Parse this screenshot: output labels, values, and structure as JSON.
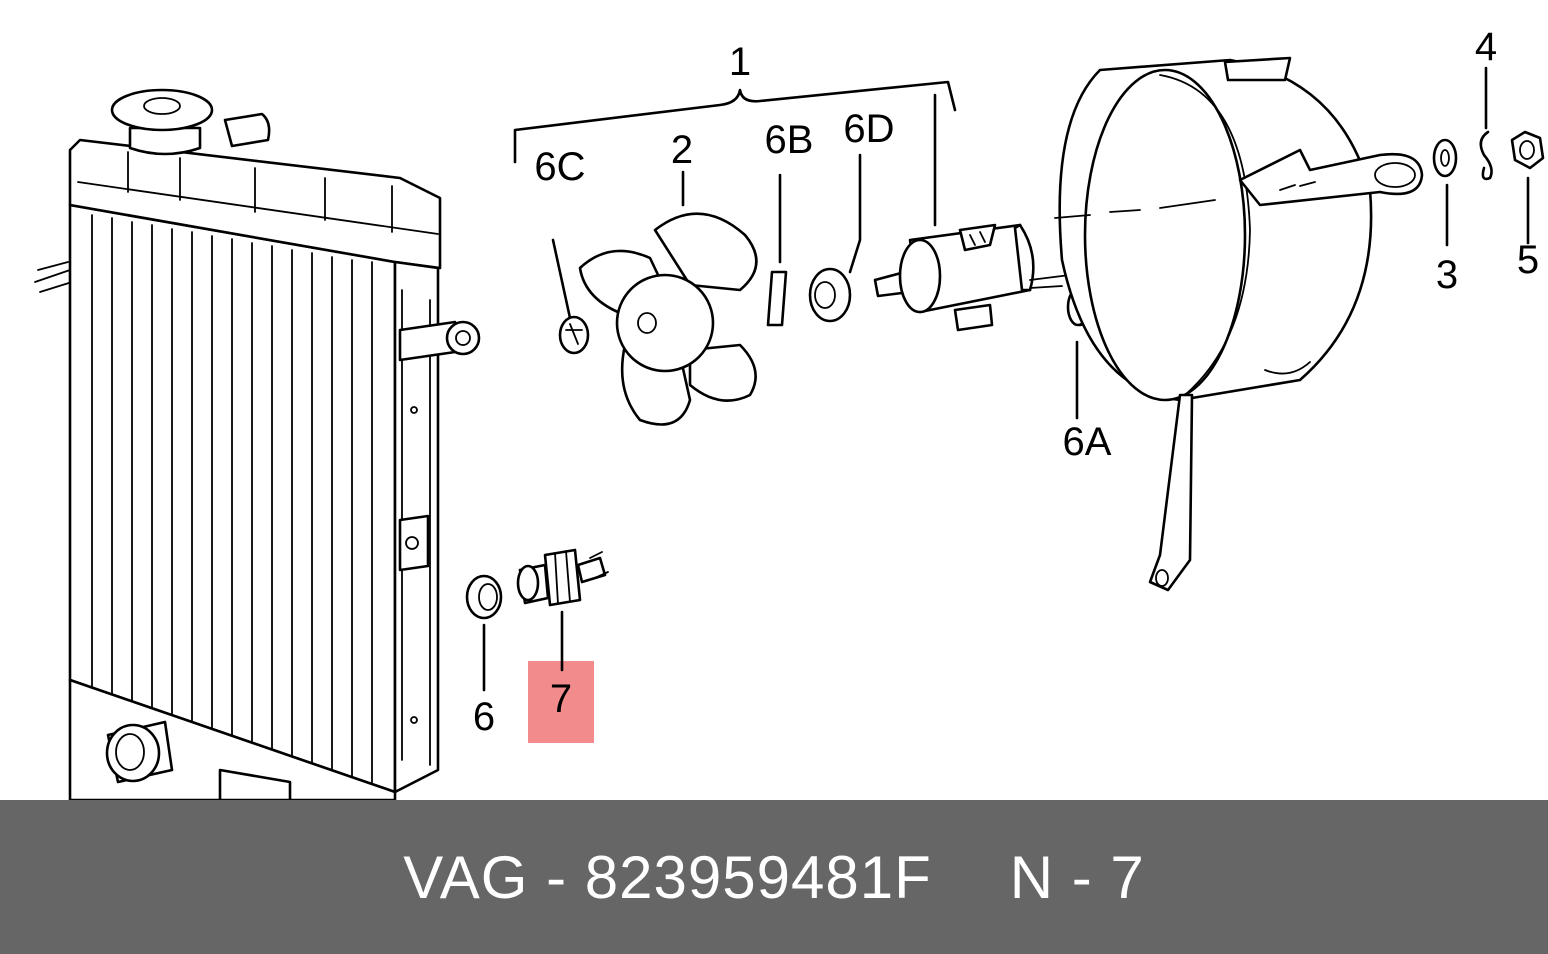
{
  "labels": {
    "l1": "1",
    "l2": "2",
    "l3": "3",
    "l4": "4",
    "l5": "5",
    "l6": "6",
    "l6A": "6A",
    "l6B": "6B",
    "l6C": "6C",
    "l6D": "6D",
    "l7": "7"
  },
  "highlight_color": "#f28b8b",
  "footer": {
    "part_text": "VAG - 823959481F",
    "position_text": "N - 7",
    "background": "#666666"
  }
}
